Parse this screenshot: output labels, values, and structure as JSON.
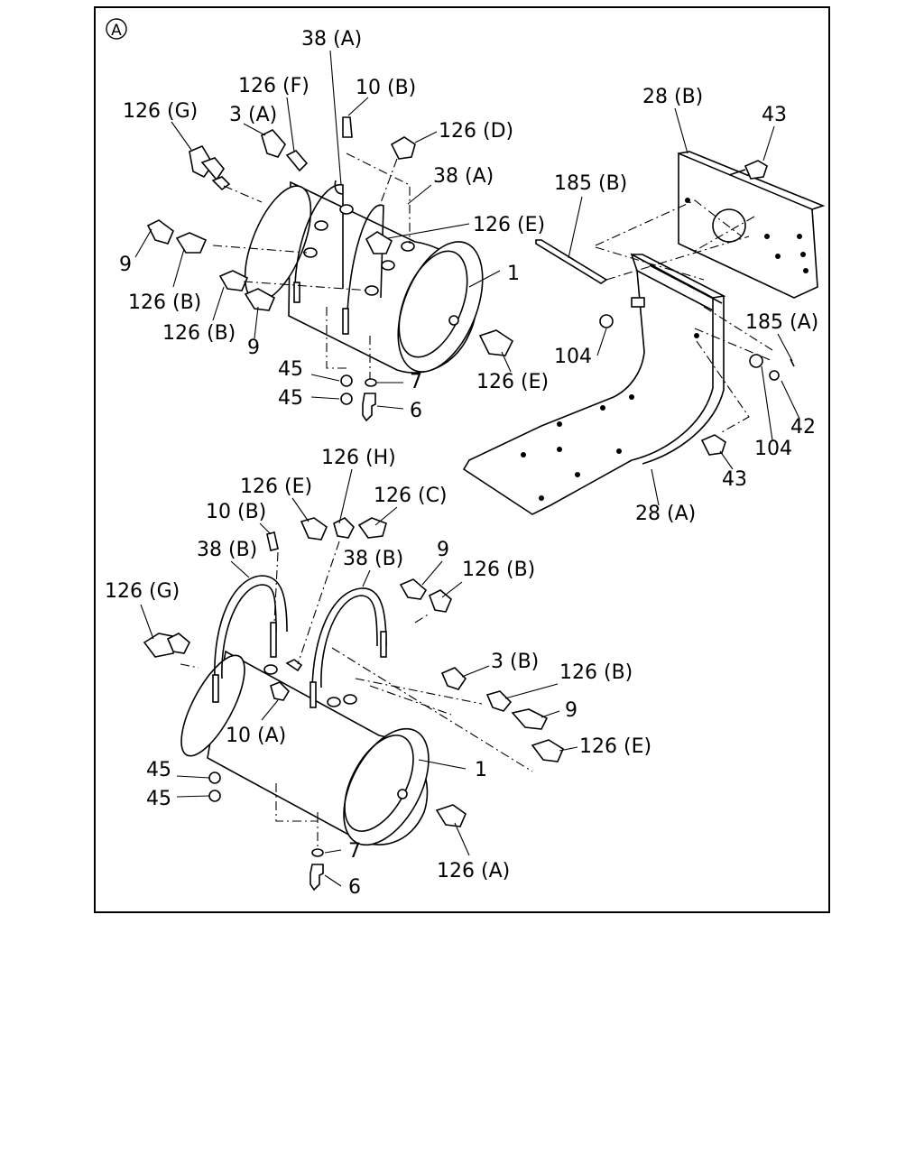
{
  "diagram": {
    "section_marker": "A",
    "callouts": {
      "top_tank": [
        "38 (A)",
        "126 (F)",
        "10 (B)",
        "126 (G)",
        "3 (A)",
        "126 (D)",
        "38 (A)",
        "126 (E)",
        "9",
        "126 (B)",
        "126 (B)",
        "9",
        "1",
        "126 (E)",
        "45",
        "45",
        "7",
        "6"
      ],
      "bracket": [
        "28 (B)",
        "43",
        "185 (B)",
        "185 (A)",
        "104",
        "104",
        "42",
        "43",
        "28 (A)"
      ],
      "bottom_tank": [
        "126 (H)",
        "126 (E)",
        "126 (C)",
        "10 (B)",
        "38 (B)",
        "9",
        "38 (B)",
        "126 (B)",
        "126 (G)",
        "3 (B)",
        "126 (B)",
        "9",
        "10 (A)",
        "126 (E)",
        "1",
        "45",
        "45",
        "7",
        "126 (A)",
        "6"
      ]
    }
  }
}
